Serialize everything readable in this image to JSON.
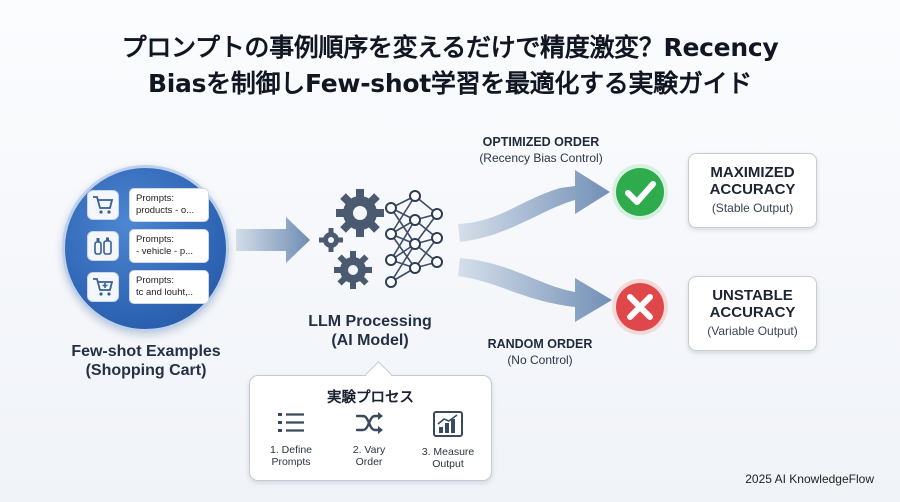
{
  "title": {
    "line1": "プロンプトの事例順序を変えるだけで精度激変？Recency",
    "line2": "Biasを制御しFew-shot学習を最適化する実験ガイド"
  },
  "input": {
    "prompts": [
      {
        "line1": "Prompts:",
        "line2": "products - o...",
        "icon": "shopping-cart-icon"
      },
      {
        "line1": "Prompts:",
        "line2": "- vehicle - p...",
        "icon": "bottles-icon"
      },
      {
        "line1": "Prompts:",
        "line2": "tc and louht,..",
        "icon": "cart-plus-icon"
      }
    ],
    "caption_line1": "Few-shot Examples",
    "caption_line2": "(Shopping Cart)"
  },
  "model": {
    "caption_line1": "LLM Processing",
    "caption_line2": "(AI Model)"
  },
  "optimized": {
    "label": "OPTIMIZED ORDER",
    "sub": "(Recency Bias Control)",
    "result_line1": "MAXIMIZED",
    "result_line2": "ACCURACY",
    "result_sub": "(Stable Output)",
    "color": "#2eac4d"
  },
  "random": {
    "label": "RANDOM ORDER",
    "sub": "(No Control)",
    "result_line1": "UNSTABLE",
    "result_line2": "ACCURACY",
    "result_sub": "(Variable Output)",
    "color": "#e0474a"
  },
  "process": {
    "title": "実験プロセス",
    "steps": [
      {
        "line1": "1. Define",
        "line2": "Prompts",
        "icon": "list-icon"
      },
      {
        "line1": "2. Vary",
        "line2": "Order",
        "icon": "shuffle-icon"
      },
      {
        "line1": "3. Measure",
        "line2": "Output",
        "icon": "bar-chart-icon"
      }
    ]
  },
  "credit": "2025 AI KnowledgeFlow",
  "colors": {
    "accent_blue": "#2f66b6",
    "arrow": "#7f9bbd",
    "icon_dark": "#3a4a5e"
  }
}
